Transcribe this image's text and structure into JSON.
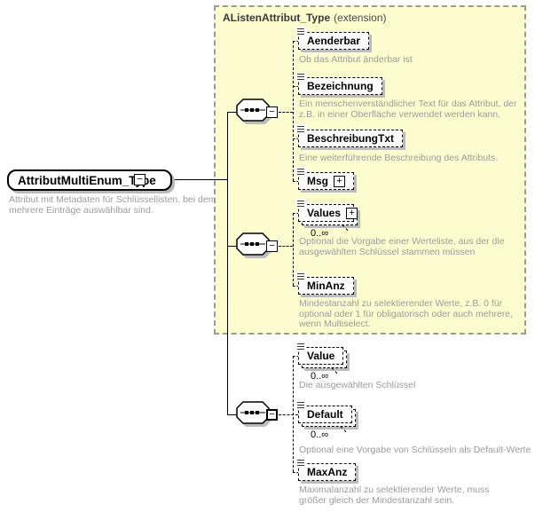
{
  "root": {
    "label": "AttributMultiEnum_Type",
    "note": "Attribut mit Metadaten für Schlüssellisten, bei dem mehrere Einträge auswählbar sind."
  },
  "extension": {
    "title": "AListenAttribut_Type",
    "tag": "(extension)"
  },
  "elements": {
    "aenderbar": {
      "label": "Aenderbar",
      "note": "Ob das Attribut änderbar ist"
    },
    "bezeichnung": {
      "label": "Bezeichnung",
      "note": "Ein menschenverständlicher Text für das Attribut, der z.B. in einer Oberfläche verwendet werden kann."
    },
    "beschreibungtxt": {
      "label": "BeschreibungTxt",
      "note": "Eine weiterführende Beschreibung des Attributs."
    },
    "msg": {
      "label": "Msg"
    },
    "values": {
      "label": "Values",
      "mult": "0..∞",
      "note": "Optional die Vorgabe einer Werteliste, aus der die ausgewählten Schlüssel stammen müssen"
    },
    "minanz": {
      "label": "MinAnz",
      "note": "Mindestanzahl zu selektierender Werte, z.B. 0 für optional oder 1 für obligatorisch oder auch mehrere, wenn Multiselect."
    },
    "value": {
      "label": "Value",
      "mult": "0..∞",
      "note": "Die ausgewählten Schlüssel"
    },
    "default": {
      "label": "Default",
      "mult": "0..∞",
      "note": "Optional eine Vorgabe von Schlüsseln als Default-Werte"
    },
    "maxanz": {
      "label": "MaxAnz",
      "note": "Maximalanzahl zu selektierender Werte, muss größer gleich der Mindestanzahl sein."
    }
  },
  "icons": {
    "collapse": "−",
    "expand": "+"
  },
  "colors": {
    "extension_bg": "#fcfccf",
    "extension_border": "#9a9a9a",
    "note_text": "#9c9c9c",
    "node_border": "#000000",
    "shadow": "#bcbcbc"
  }
}
